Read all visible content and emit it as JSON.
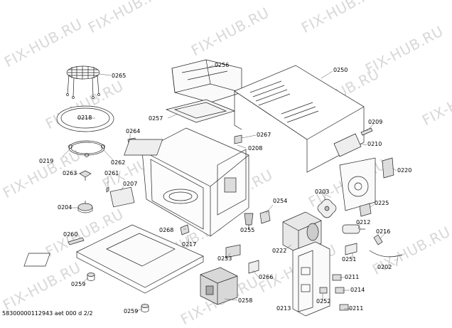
{
  "watermark": "FIX-HUB.RU",
  "footer": "58300000112943 aet 000 d 2/2",
  "parts": {
    "p0265": "0265",
    "p0218": "0218",
    "p0219": "0219",
    "p0262": "0262",
    "p0263": "0263",
    "p0261": "0261",
    "p0264": "0264",
    "p0207": "0207",
    "p0204": "0204",
    "p0260": "0260",
    "p0259a": "0259",
    "p0259b": "0259",
    "p0256": "0256",
    "p0257": "0257",
    "p0267": "0267",
    "p0208": "0208",
    "p0250": "0250",
    "p0209": "0209",
    "p0210": "0210",
    "p0220": "0220",
    "p0225": "0225",
    "p0203": "0203",
    "p0254": "0254",
    "p0255": "0255",
    "p0268": "0268",
    "p0217": "0217",
    "p0212": "0212",
    "p0216": "0216",
    "p0222": "0222",
    "p0251": "0251",
    "p0202": "0202",
    "p0253": "0253",
    "p0266": "0266",
    "p0258": "0258",
    "p0211a": "0211",
    "p0214": "0214",
    "p0252": "0252",
    "p0213": "0213",
    "p0211b": "0211"
  }
}
